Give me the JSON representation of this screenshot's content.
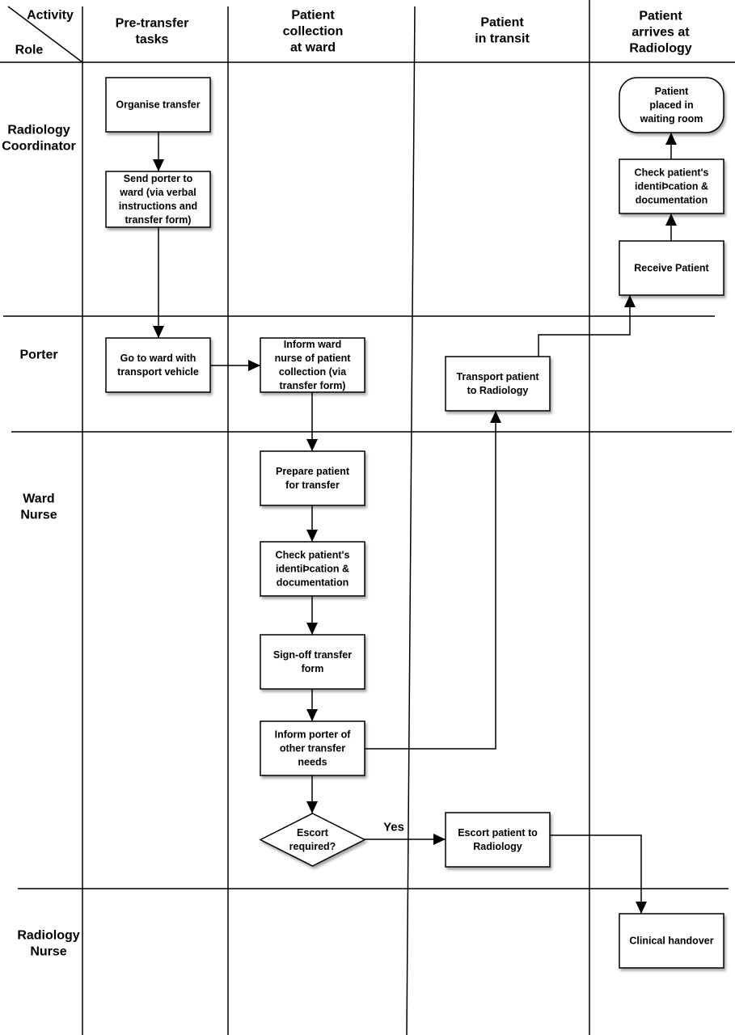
{
  "corner": {
    "activity": "Activity",
    "role": "Role"
  },
  "columns": [
    {
      "id": "pre",
      "lines": [
        "Pre-transfer",
        "tasks"
      ]
    },
    {
      "id": "collection",
      "lines": [
        "Patient",
        "collection",
        "at ward"
      ]
    },
    {
      "id": "transit",
      "lines": [
        "Patient",
        "in transit"
      ]
    },
    {
      "id": "arrives",
      "lines": [
        "Patient",
        "arrives at",
        "Radiology"
      ]
    }
  ],
  "roles": [
    {
      "id": "coordinator",
      "lines": [
        "Radiology",
        "Coordinator"
      ]
    },
    {
      "id": "porter",
      "lines": [
        "Porter"
      ]
    },
    {
      "id": "ward-nurse",
      "lines": [
        "Ward",
        "Nurse"
      ]
    },
    {
      "id": "radiology-nurse",
      "lines": [
        "Radiology",
        "Nurse"
      ]
    }
  ],
  "nodes": [
    {
      "id": "organise-transfer",
      "shape": "rect",
      "lines": [
        "Organise transfer"
      ]
    },
    {
      "id": "send-porter",
      "shape": "rect",
      "lines": [
        "Send porter to",
        "ward (via verbal",
        "instructions and",
        "transfer form)"
      ]
    },
    {
      "id": "go-to-ward",
      "shape": "rect",
      "lines": [
        "Go to ward with",
        "transport vehicle"
      ]
    },
    {
      "id": "inform-ward-nurse",
      "shape": "rect",
      "lines": [
        "Inform ward",
        "nurse of patient",
        "collection (via",
        "transfer form)"
      ]
    },
    {
      "id": "prepare-patient",
      "shape": "rect",
      "lines": [
        "Prepare patient",
        "for transfer"
      ]
    },
    {
      "id": "check-id-ward",
      "shape": "rect",
      "lines": [
        "Check patient's",
        "identiÞcation &",
        "documentation"
      ]
    },
    {
      "id": "sign-off",
      "shape": "rect",
      "lines": [
        "Sign-off transfer",
        "form"
      ]
    },
    {
      "id": "inform-porter",
      "shape": "rect",
      "lines": [
        "Inform porter of",
        "other transfer",
        "needs"
      ]
    },
    {
      "id": "escort-required",
      "shape": "diamond",
      "lines": [
        "Escort",
        "required?"
      ]
    },
    {
      "id": "escort-patient",
      "shape": "rect",
      "lines": [
        "Escort patient to",
        "Radiology"
      ]
    },
    {
      "id": "transport-patient",
      "shape": "rect",
      "lines": [
        "Transport patient",
        "to Radiology"
      ]
    },
    {
      "id": "receive-patient",
      "shape": "rect",
      "lines": [
        "Receive Patient"
      ]
    },
    {
      "id": "check-id-radiology",
      "shape": "rect",
      "lines": [
        "Check patient's",
        "identiÞcation &",
        "documentation"
      ]
    },
    {
      "id": "waiting-room",
      "shape": "terminal",
      "lines": [
        "Patient",
        "placed in",
        "waiting room"
      ]
    },
    {
      "id": "clinical-handover",
      "shape": "rect",
      "lines": [
        "Clinical handover"
      ]
    }
  ],
  "edges": [
    {
      "from": "organise-transfer",
      "to": "send-porter"
    },
    {
      "from": "send-porter",
      "to": "go-to-ward"
    },
    {
      "from": "go-to-ward",
      "to": "inform-ward-nurse"
    },
    {
      "from": "inform-ward-nurse",
      "to": "prepare-patient"
    },
    {
      "from": "prepare-patient",
      "to": "check-id-ward"
    },
    {
      "from": "check-id-ward",
      "to": "sign-off"
    },
    {
      "from": "sign-off",
      "to": "inform-porter"
    },
    {
      "from": "inform-porter",
      "to": "escort-required"
    },
    {
      "from": "inform-porter",
      "to": "transport-patient"
    },
    {
      "from": "escort-required",
      "to": "escort-patient",
      "label": "Yes"
    },
    {
      "from": "escort-patient",
      "to": "clinical-handover"
    },
    {
      "from": "transport-patient",
      "to": "receive-patient"
    },
    {
      "from": "receive-patient",
      "to": "check-id-radiology"
    },
    {
      "from": "check-id-radiology",
      "to": "waiting-room"
    }
  ]
}
